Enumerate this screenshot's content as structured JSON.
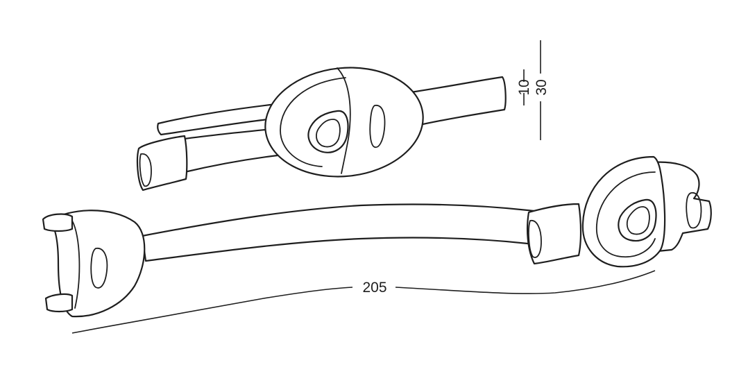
{
  "dimensions": {
    "thickness": "10",
    "width": "30",
    "length": "205"
  },
  "colors": {
    "line": "#1e1e1e",
    "background": "#ffffff"
  }
}
